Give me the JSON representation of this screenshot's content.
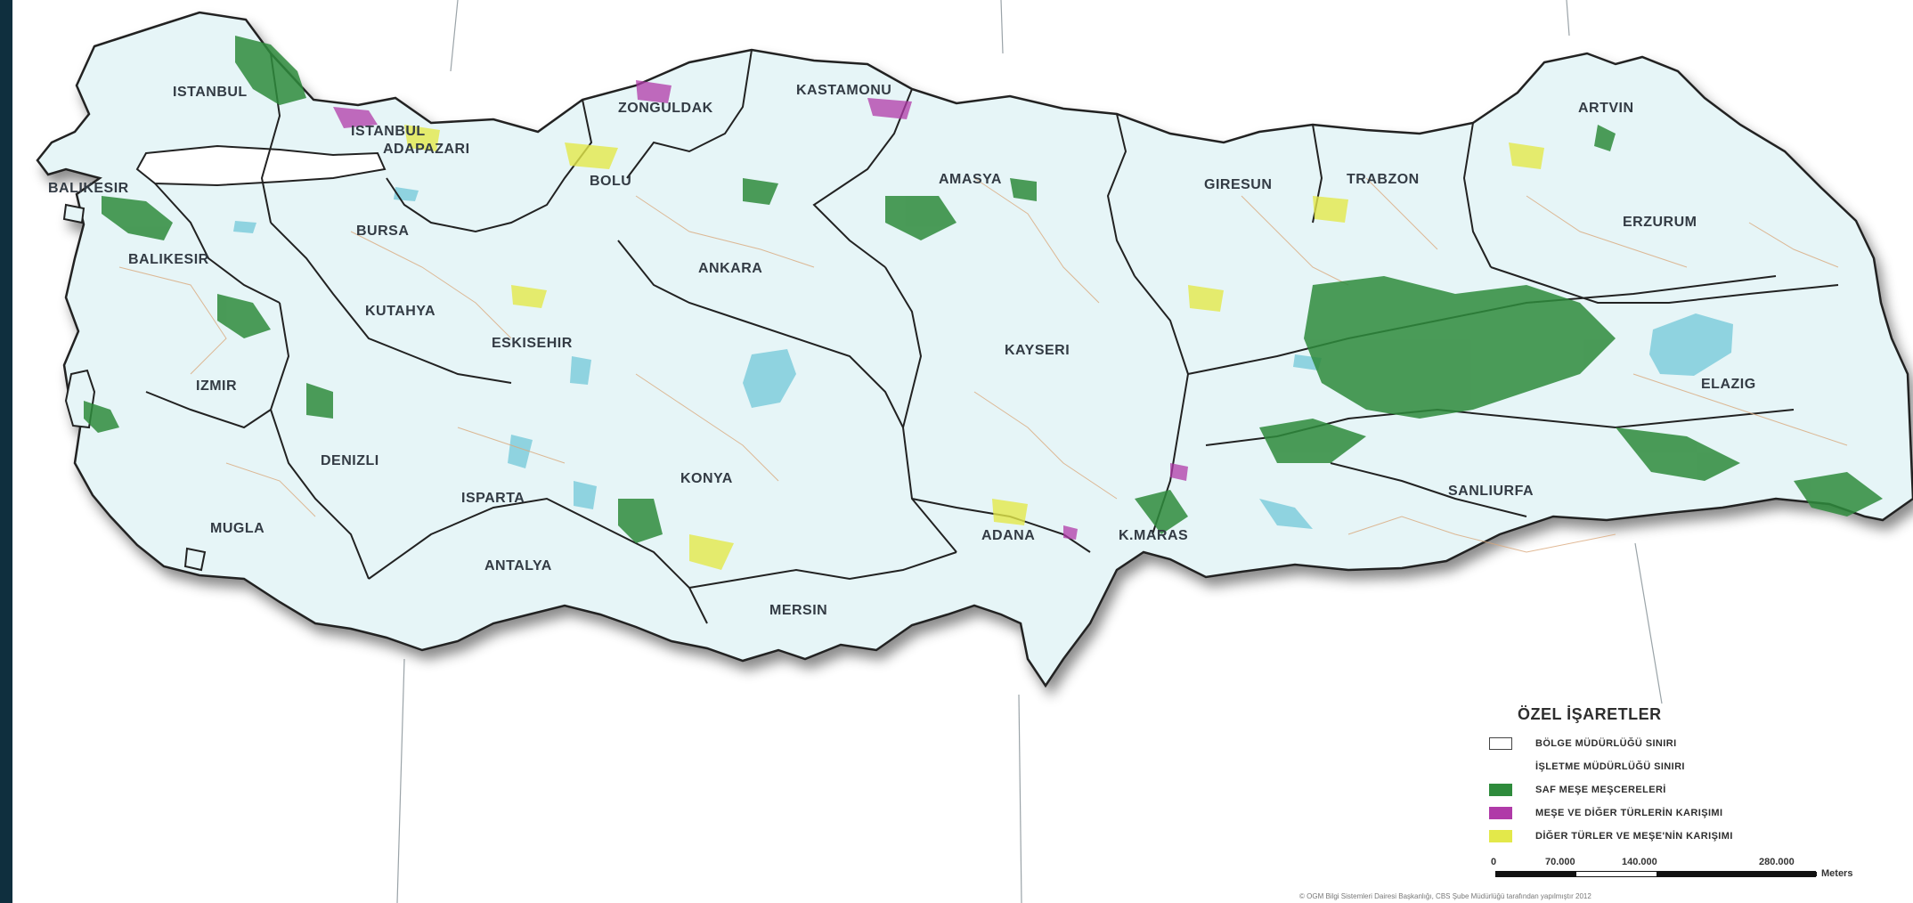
{
  "map": {
    "regions": [
      {
        "name": "ISTANBUL",
        "kind": "region"
      },
      {
        "name": "ISTANBUL",
        "kind": "region"
      },
      {
        "name": "ADAPAZARI",
        "kind": "region"
      },
      {
        "name": "ZONGULDAK",
        "kind": "region"
      },
      {
        "name": "KASTAMONU",
        "kind": "region"
      },
      {
        "name": "BALIKESIR",
        "kind": "region"
      },
      {
        "name": "BALIKESIR",
        "kind": "region"
      },
      {
        "name": "BOLU",
        "kind": "region"
      },
      {
        "name": "AMASYA",
        "kind": "region"
      },
      {
        "name": "GIRESUN",
        "kind": "region"
      },
      {
        "name": "TRABZON",
        "kind": "region"
      },
      {
        "name": "ARTVIN",
        "kind": "region"
      },
      {
        "name": "BURSA",
        "kind": "region"
      },
      {
        "name": "ERZURUM",
        "kind": "region"
      },
      {
        "name": "ANKARA",
        "kind": "region"
      },
      {
        "name": "KUTAHYA",
        "kind": "region"
      },
      {
        "name": "ESKISEHIR",
        "kind": "region"
      },
      {
        "name": "KAYSERI",
        "kind": "region"
      },
      {
        "name": "IZMIR",
        "kind": "region"
      },
      {
        "name": "ELAZIG",
        "kind": "region"
      },
      {
        "name": "DENIZLI",
        "kind": "region"
      },
      {
        "name": "KONYA",
        "kind": "region"
      },
      {
        "name": "SANLIURFA",
        "kind": "region"
      },
      {
        "name": "ISPARTA",
        "kind": "region"
      },
      {
        "name": "MUGLA",
        "kind": "region"
      },
      {
        "name": "ADANA",
        "kind": "region"
      },
      {
        "name": "K.MARAS",
        "kind": "region"
      },
      {
        "name": "ANTALYA",
        "kind": "region"
      },
      {
        "name": "MERSIN",
        "kind": "region"
      }
    ]
  },
  "legend": {
    "title": "ÖZEL İŞARETLER",
    "items": [
      {
        "label": "BÖLGE MÜDÜRLÜĞÜ SINIRI",
        "color": "#ffffff",
        "type": "outline"
      },
      {
        "label": "İŞLETME MÜDÜRLÜĞÜ SINIRI",
        "color": "#ffffff",
        "type": "none"
      },
      {
        "label": "SAF MEŞE MEŞCERELERİ",
        "color": "#2e8b3c",
        "type": "fill"
      },
      {
        "label": "MEŞE VE DİĞER TÜRLERİN KARIŞIMI",
        "color": "#b03aa8",
        "type": "fill"
      },
      {
        "label": "DİĞER TÜRLER VE MEŞE'NİN KARIŞIMI",
        "color": "#e3e84a",
        "type": "fill"
      }
    ]
  },
  "scale": {
    "ticks": [
      "0",
      "70.000",
      "140.000",
      "280.000"
    ],
    "unit": "Meters"
  },
  "credit": "© OGM Bilgi Sistemleri Dairesi Başkanlığı, CBS Şube Müdürlüğü tarafından yapılmıştır 2012",
  "colors": {
    "land": "#e6f5f7",
    "water": "#8fd3e0",
    "pure_oak": "#2e8b3c",
    "oak_mixed": "#b03aa8",
    "other_mixed": "#e3e84a",
    "border": "#222222"
  }
}
